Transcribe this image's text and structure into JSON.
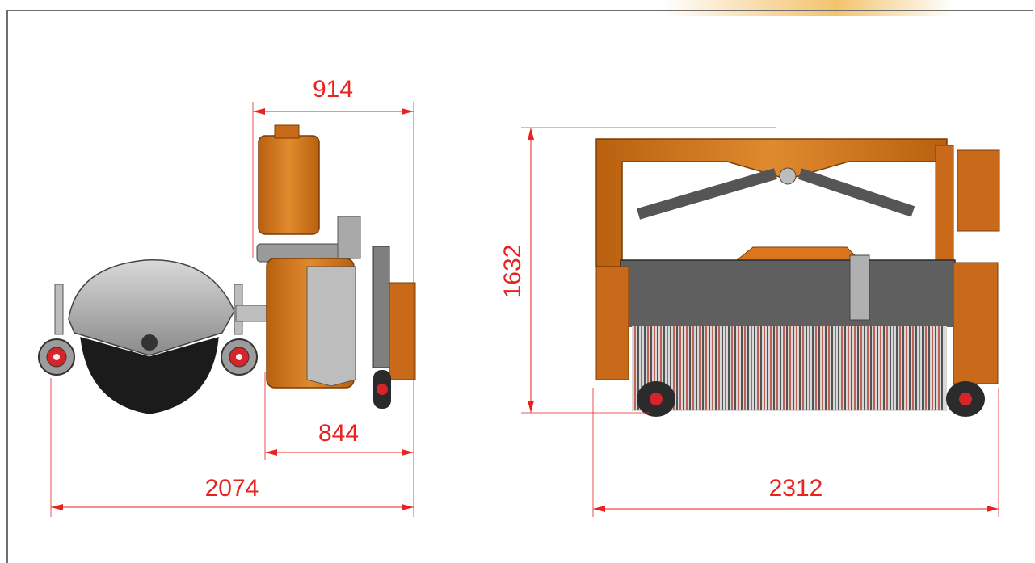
{
  "dimensions": {
    "side_top_width": "914",
    "side_bottom_width": "844",
    "side_total_width": "2074",
    "front_height": "1632",
    "front_width": "2312"
  },
  "colors": {
    "machine_orange": "#d9761e",
    "machine_dark_orange": "#a9530f",
    "dimension_red": "#e8231f",
    "brush_black": "#1b1b1b",
    "steel_grey": "#8c8c8c",
    "frame_border": "#6e6e6e"
  }
}
